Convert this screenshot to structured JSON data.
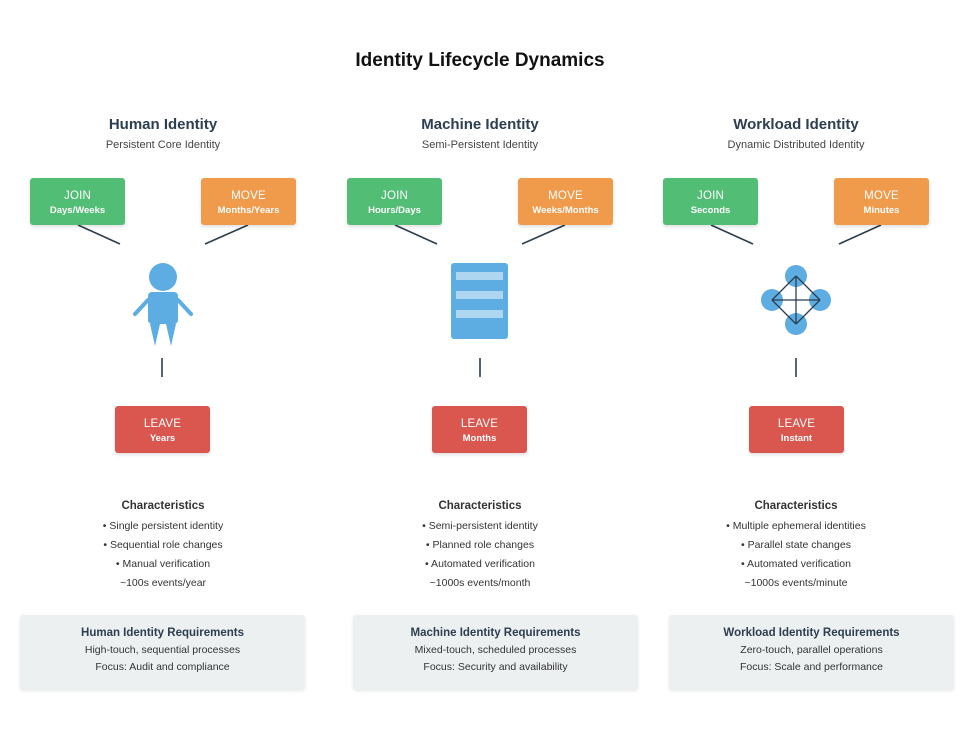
{
  "title": "Identity Lifecycle Dynamics",
  "columns": [
    {
      "title": "Human Identity",
      "subtitle": "Persistent Core Identity",
      "join": {
        "label": "JOIN",
        "value": "Days/Weeks"
      },
      "move": {
        "label": "MOVE",
        "value": "Months/Years"
      },
      "leave": {
        "label": "LEAVE",
        "value": "Years"
      },
      "icon": "person-icon",
      "characteristics_title": "Characteristics",
      "characteristics": [
        "• Single persistent identity",
        "• Sequential role changes",
        "• Manual verification",
        "~100s events/year"
      ],
      "requirements": {
        "title": "Human Identity Requirements",
        "lines": [
          "High-touch, sequential processes",
          "Focus: Audit and compliance"
        ]
      }
    },
    {
      "title": "Machine Identity",
      "subtitle": "Semi-Persistent Identity",
      "join": {
        "label": "JOIN",
        "value": "Hours/Days"
      },
      "move": {
        "label": "MOVE",
        "value": "Weeks/Months"
      },
      "leave": {
        "label": "LEAVE",
        "value": "Months"
      },
      "icon": "server-icon",
      "characteristics_title": "Characteristics",
      "characteristics": [
        "• Semi-persistent identity",
        "• Planned role changes",
        "• Automated verification",
        "~1000s events/month"
      ],
      "requirements": {
        "title": "Machine Identity Requirements",
        "lines": [
          "Mixed-touch, scheduled processes",
          "Focus: Security and availability"
        ]
      }
    },
    {
      "title": "Workload Identity",
      "subtitle": "Dynamic Distributed Identity",
      "join": {
        "label": "JOIN",
        "value": "Seconds"
      },
      "move": {
        "label": "MOVE",
        "value": "Minutes"
      },
      "leave": {
        "label": "LEAVE",
        "value": "Instant"
      },
      "icon": "network-nodes-icon",
      "characteristics_title": "Characteristics",
      "characteristics": [
        "• Multiple ephemeral identities",
        "• Parallel state changes",
        "• Automated verification",
        "~1000s events/minute"
      ],
      "requirements": {
        "title": "Workload Identity Requirements",
        "lines": [
          "Zero-touch, parallel operations",
          "Focus: Scale and performance"
        ]
      }
    }
  ],
  "colors": {
    "join": "#52bd74",
    "move": "#f09a4b",
    "leave": "#d9574f",
    "icon": "#5dade2",
    "panel": "#ecf0f1",
    "text": "#2c3e50"
  }
}
